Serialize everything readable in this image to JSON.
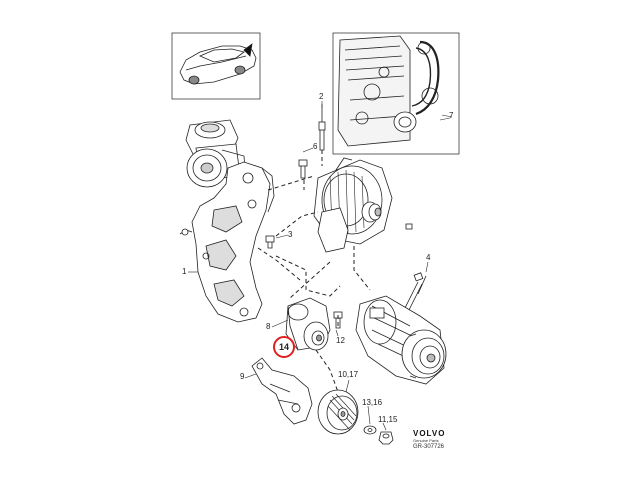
{
  "callouts": {
    "c1": "1",
    "c2": "2",
    "c3": "3",
    "c4": "4",
    "c6": "6",
    "c7": "7",
    "c8": "8",
    "c9": "9",
    "c10_17": "10,17",
    "c11_15": "11,15",
    "c12": "12",
    "c13_16": "13,16",
    "c14": "14"
  },
  "branding": {
    "brand": "VOLVO",
    "subtitle": "Genuine Parts",
    "reference": "GR-307726"
  },
  "colors": {
    "line": "#222222",
    "highlight": "#e02020",
    "fill": "#ffffff",
    "shade": "#cfcfcf"
  }
}
